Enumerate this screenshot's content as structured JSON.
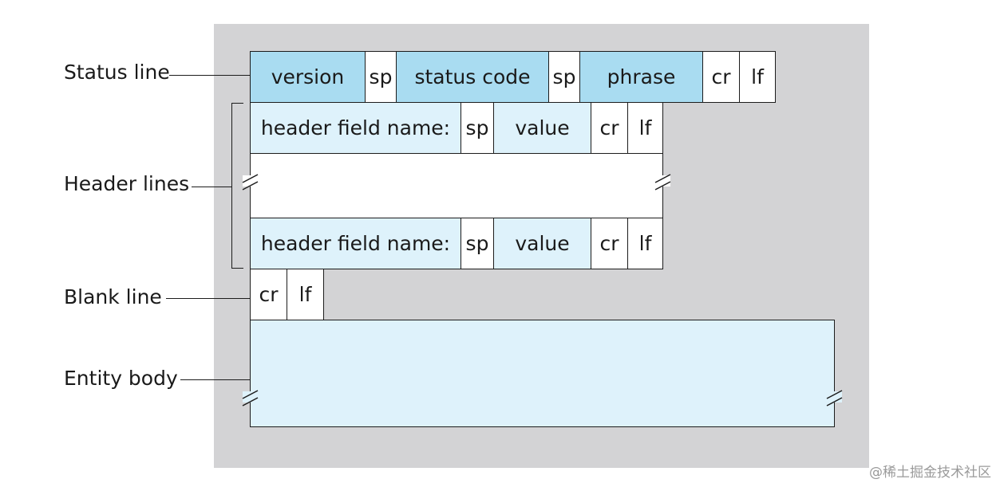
{
  "labels": {
    "status_line": "Status line",
    "header_lines": "Header lines",
    "blank_line": "Blank line",
    "entity_body": "Entity body"
  },
  "status_line": {
    "version": "version",
    "sp1": "sp",
    "status_code": "status code",
    "sp2": "sp",
    "phrase": "phrase",
    "cr": "cr",
    "lf": "lf"
  },
  "header_rows": [
    {
      "name": "header field name:",
      "sp": "sp",
      "value": "value",
      "cr": "cr",
      "lf": "lf"
    },
    {
      "name": "header field name:",
      "sp": "sp",
      "value": "value",
      "cr": "cr",
      "lf": "lf"
    }
  ],
  "blank_line": {
    "cr": "cr",
    "lf": "lf"
  },
  "watermark": "@稀土掘金技术社区",
  "colors": {
    "background_panel": "#d3d3d5",
    "status_fill": "#a9dcf1",
    "header_fill": "#def2fb",
    "border": "#1c1c1c"
  }
}
